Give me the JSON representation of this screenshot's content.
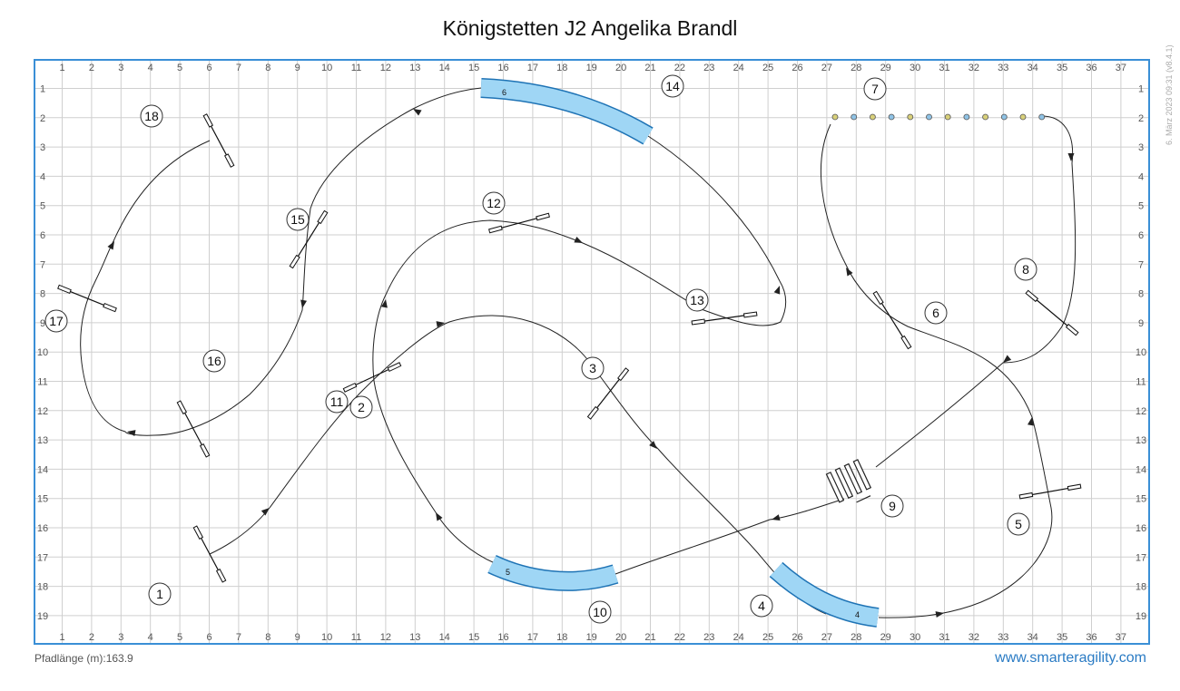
{
  "title": "Königstetten J2 Angelika Brandl",
  "footer": {
    "path_length": "Pfadlänge (m):163.9",
    "url": "www.smarteragility.com"
  },
  "side_text": "6. März 2023 09:31   (v8.4.1)",
  "grid": {
    "x_labels": [
      "1",
      "2",
      "3",
      "4",
      "5",
      "6",
      "7",
      "8",
      "9",
      "10",
      "11",
      "12",
      "13",
      "14",
      "15",
      "16",
      "17",
      "18",
      "19",
      "20",
      "21",
      "22",
      "23",
      "24",
      "25",
      "26",
      "27",
      "28",
      "29",
      "30",
      "31",
      "32",
      "33",
      "34",
      "35",
      "36",
      "37"
    ],
    "y_labels": [
      "1",
      "2",
      "3",
      "4",
      "5",
      "6",
      "7",
      "8",
      "9",
      "10",
      "11",
      "12",
      "13",
      "14",
      "15",
      "16",
      "17",
      "18",
      "19"
    ]
  },
  "colors": {
    "frame": "#3a8fd6",
    "grid": "#cfcfcf",
    "tunnel_fill": "#9fd6f5",
    "tunnel_stroke": "#1e73b5",
    "path": "#222222"
  },
  "obstacles": [
    {
      "number": "1",
      "type": "jump"
    },
    {
      "number": "2",
      "type": "jump"
    },
    {
      "number": "3",
      "type": "jump"
    },
    {
      "number": "4",
      "type": "tunnel",
      "label": "4"
    },
    {
      "number": "5",
      "type": "jump"
    },
    {
      "number": "6",
      "type": "jump"
    },
    {
      "number": "7",
      "type": "weave"
    },
    {
      "number": "8",
      "type": "jump"
    },
    {
      "number": "9",
      "type": "ladder"
    },
    {
      "number": "10",
      "type": "tunnel",
      "label": "5"
    },
    {
      "number": "11",
      "type": "jump"
    },
    {
      "number": "12",
      "type": "jump"
    },
    {
      "number": "13",
      "type": "jump"
    },
    {
      "number": "14",
      "type": "tunnel",
      "label": "6"
    },
    {
      "number": "15",
      "type": "jump"
    },
    {
      "number": "16",
      "type": "jump"
    },
    {
      "number": "17",
      "type": "jump"
    },
    {
      "number": "18",
      "type": "jump"
    }
  ]
}
